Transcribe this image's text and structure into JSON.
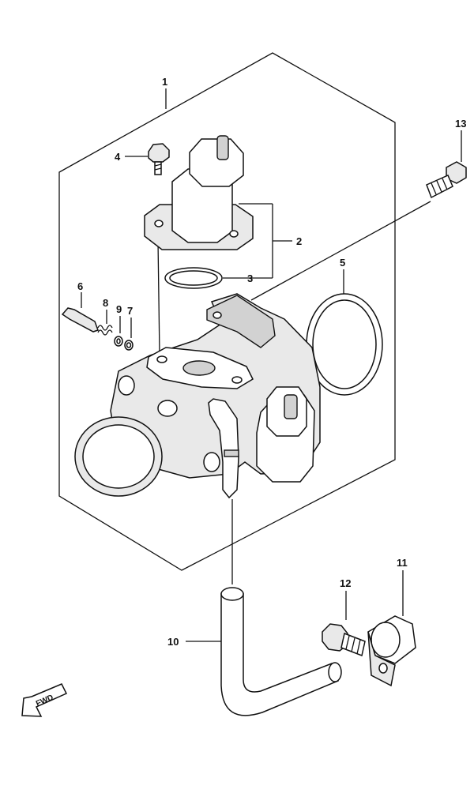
{
  "diagram": {
    "callouts": [
      {
        "id": "1",
        "label": "1"
      },
      {
        "id": "2",
        "label": "2"
      },
      {
        "id": "3",
        "label": "3"
      },
      {
        "id": "4",
        "label": "4"
      },
      {
        "id": "5",
        "label": "5"
      },
      {
        "id": "6",
        "label": "6"
      },
      {
        "id": "7",
        "label": "7"
      },
      {
        "id": "8",
        "label": "8"
      },
      {
        "id": "9",
        "label": "9"
      },
      {
        "id": "10",
        "label": "10"
      },
      {
        "id": "11",
        "label": "11"
      },
      {
        "id": "12",
        "label": "12"
      },
      {
        "id": "13",
        "label": "13"
      }
    ],
    "fwd_arrow": {
      "label": "FWD"
    }
  }
}
